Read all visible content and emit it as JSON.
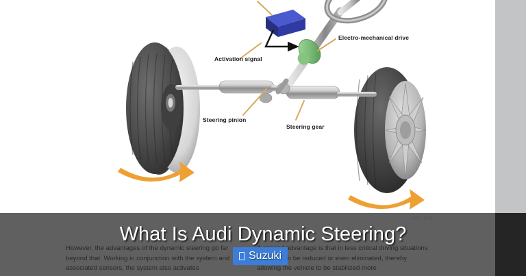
{
  "page": {
    "background_color": "#ffffff",
    "gutter_color": "#c3c4c6"
  },
  "diagram": {
    "figure_code": "402_002",
    "labels": [
      {
        "id": "activation-signal",
        "text": "Activation signal"
      },
      {
        "id": "electro-mechanical-drive",
        "text": "Electro-mechanical drive"
      },
      {
        "id": "steering-pinion",
        "text": "Steering pinion"
      },
      {
        "id": "steering-gear",
        "text": "Steering gear"
      }
    ],
    "parts": {
      "control_unit_color": "#2e3d9c",
      "actuator_color": "#7ec07a",
      "shaft_color": "#9a9a9a",
      "tire_color": "#4a4a4a",
      "arrow_color": "#efa033",
      "leader_color": "#d8a85c"
    }
  },
  "article": {
    "columns": [
      "However, the advantages of the dynamic steering go far beyond that. Working in conjunction with the system and associated sensors, the system also activates",
      "A second advantage is that in less critical driving situations braking can be reduced or even eliminated, thereby allowing the vehicle to be stabilized more"
    ]
  },
  "overlay": {
    "title": "What Is Audi Dynamic Steering?",
    "title_color": "#ffffff",
    "scrim_color": "rgba(40,40,40,0.74)"
  },
  "badge": {
    "label": "Suzuki",
    "icon": "placeholder-box-icon",
    "background_color": "#3b7dd8",
    "text_color": "#ffffff"
  }
}
